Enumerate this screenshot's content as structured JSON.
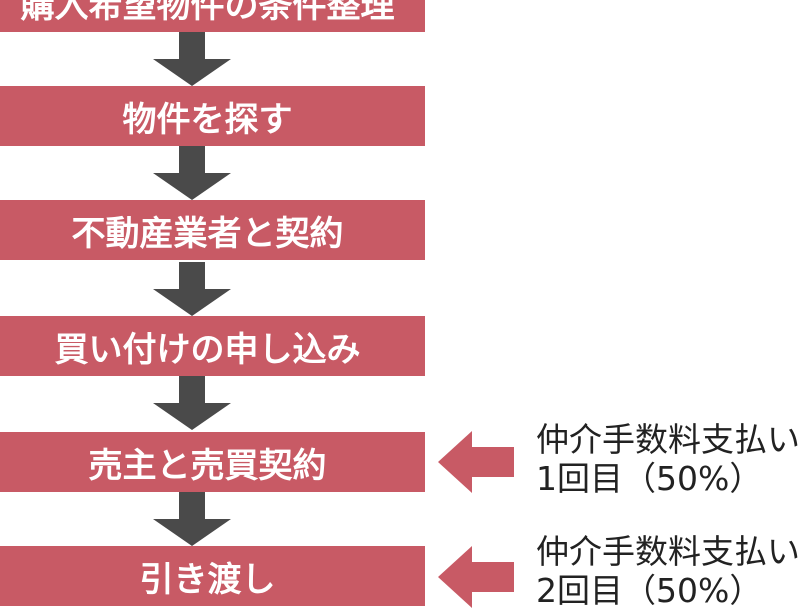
{
  "steps": [
    "購入希望物件の条件整理",
    "物件を探す",
    "不動産業者と契約",
    "買い付けの申し込み",
    "売主と売買契約",
    "引き渡し"
  ],
  "notes": [
    {
      "line1": "仲介手数料支払い",
      "line2": "1回目（50%）"
    },
    {
      "line1": "仲介手数料支払い",
      "line2": "2回目（50%）"
    }
  ],
  "colors": {
    "step_fill": "#c85a65",
    "down_arrow": "#4a4a4a",
    "side_arrow": "#c85a65"
  }
}
